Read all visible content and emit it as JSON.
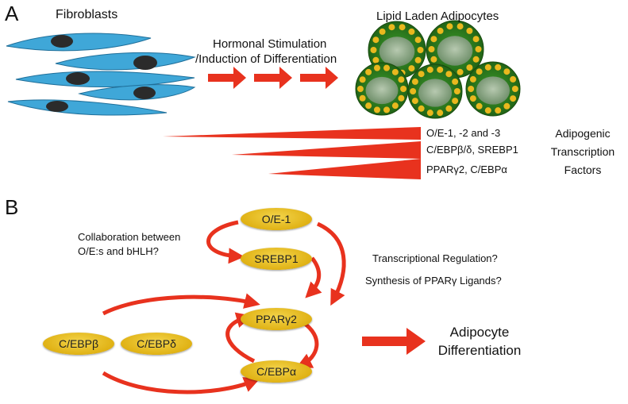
{
  "panels": {
    "a": "A",
    "b": "B"
  },
  "panel_a": {
    "fibroblasts_title": "Fibroblasts",
    "adipocytes_title": "Lipid Laden Adipocytes",
    "stimulation_line1": "Hormonal Stimulation",
    "stimulation_line2": "/Induction of Differentiation",
    "wedge_labels": [
      "O/E-1, -2 and -3",
      "C/EBPβ/δ, SREBP1",
      "PPARγ2, C/EBPα"
    ],
    "tf_caption_line1": "Adipogenic",
    "tf_caption_line2": "Transcription",
    "tf_caption_line3": "Factors"
  },
  "panel_b": {
    "nodes": {
      "oe1": "O/E-1",
      "srebp1": "SREBP1",
      "pparg2": "PPARγ2",
      "cebpa": "C/EBPα",
      "cebpb": "C/EBPβ",
      "cebpd": "C/EBPδ"
    },
    "collab_line1": "Collaboration between",
    "collab_line2": "O/E:s and bHLH?",
    "transcr_reg": "Transcriptional Regulation?",
    "synthesis": "Synthesis of PPARγ Ligands?",
    "outcome_line1": "Adipocyte",
    "outcome_line2": "Differentiation"
  },
  "colors": {
    "arrow_red": "#e8321e",
    "fibroblast_blue": "#3fa7d8",
    "node_yellow": "#e2b41a",
    "adipocyte_green": "#2e7d1f"
  }
}
